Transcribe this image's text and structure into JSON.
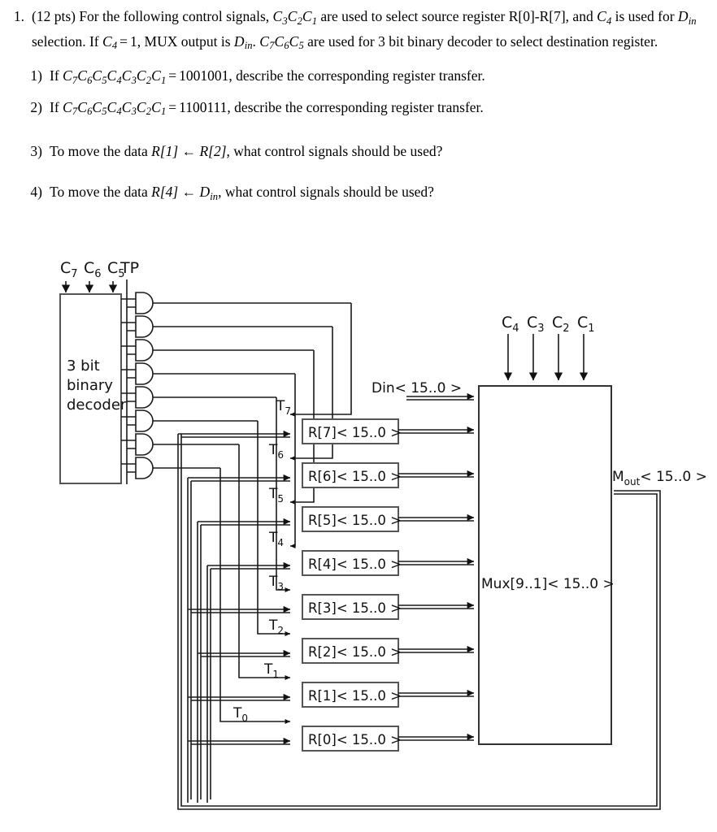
{
  "question": {
    "number": "1.",
    "points": "(12 pts)",
    "paragraph_parts": {
      "p1": "For the following control signals, ",
      "c321": "C3C2C1",
      "p2": " are used to select source register R[0]-R[7], and ",
      "c4": "C4",
      "p3": " is used for ",
      "din": "Din",
      "p4": " selection. If ",
      "c4eq": "C4 = 1,",
      "p5": "  MUX output is  ",
      "din2": "Din",
      "p6": ". ",
      "c765": "C7C6C5",
      "p7": " are used for 3 bit binary decoder to select destination register."
    },
    "subquestions": [
      {
        "number": "1)",
        "prefix": "If ",
        "signals": "C7C6C5C4C3C2C1",
        "equals": "=",
        "value": "1001001",
        "suffix": ", describe the corresponding register transfer."
      },
      {
        "number": "2)",
        "prefix": "If ",
        "signals": "C7C6C5C4C3C2C1",
        "equals": "=",
        "value": "1100111",
        "suffix": ", describe the corresponding register transfer."
      },
      {
        "number": "3)",
        "prefix": "To move the data ",
        "target": "R[1]",
        "arrow": "←",
        "source": "R[2]",
        "suffix": ", what control signals should be used?"
      },
      {
        "number": "4)",
        "prefix": "To move the data ",
        "target": "R[4]",
        "arrow": "←",
        "source": "Din",
        "suffix": ", what control signals should be used?"
      }
    ]
  },
  "diagram": {
    "decoder": {
      "label_line1": "3 bit",
      "label_line2": "binary",
      "label_line3": "decoder",
      "inputs": [
        "C7",
        "C6",
        "C5"
      ],
      "clock_input": "TP"
    },
    "and_gate_count": 8,
    "transfer_signals": [
      "T7",
      "T6",
      "T5",
      "T4",
      "T3",
      "T2",
      "T1",
      "T0"
    ],
    "registers": [
      "R[7]< 15..0 >",
      "R[6]< 15..0 >",
      "R[5]< 15..0 >",
      "R[4]< 15..0 >",
      "R[3]< 15..0 >",
      "R[2]< 15..0 >",
      "R[1]< 15..0 >",
      "R[0]< 15..0 >"
    ],
    "din_label": "Din< 15..0 >",
    "mux": {
      "label": "Mux[9..1]< 15..0 >",
      "control_inputs": [
        "C4",
        "C3",
        "C2",
        "C1"
      ],
      "output_label": "Mout< 15..0 >",
      "output_label_main": "M",
      "output_label_sub": "out",
      "output_label_rest": "< 15..0 >"
    },
    "colors": {
      "line": "#1a1a1a",
      "box_border": "#555555",
      "background": "#ffffff"
    }
  }
}
